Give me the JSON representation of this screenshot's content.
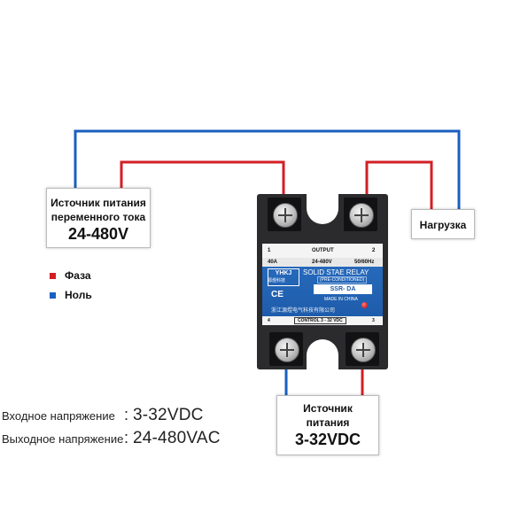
{
  "colors": {
    "phase": "#d21f26",
    "neutral": "#1a5fc0",
    "relay_body": "#2b2b2e",
    "relay_plate": "#1d5aa8"
  },
  "ac_source": {
    "line1": "Источник питания",
    "line2": "переменного тока",
    "voltage": "24-480V"
  },
  "load": {
    "label": "Нагрузка"
  },
  "dc_source": {
    "line1": "Источник",
    "line2": "питания",
    "voltage": "3-32VDC"
  },
  "legend": [
    {
      "label": "Фаза",
      "color": "#d21f26"
    },
    {
      "label": "Ноль",
      "color": "#1a5fc0"
    }
  ],
  "specs": [
    {
      "name": "Входное напряжение",
      "value": "3-32VDC"
    },
    {
      "name": "Выходное напряжение",
      "value": "24-480VAC"
    }
  ],
  "relay": {
    "terminal_1": "1",
    "terminal_2": "2",
    "terminal_3": "3",
    "terminal_4": "4",
    "output_label": "OUTPUT",
    "current": "40A",
    "voltage": "24-480V",
    "frequency": "50/60Hz",
    "brand": "YHKJ",
    "brand_sub": "源煜科技",
    "title": "SOLID STAE RELAY",
    "subtitle": "(PRE-CONDITIONED)",
    "ce_mark": "CE",
    "model": "SSR-   DA",
    "made_in": "MADE IN CHINA",
    "company": "浙江源煜电气科技有限公司",
    "control": "CONTROL 3 - 32 VDC"
  }
}
